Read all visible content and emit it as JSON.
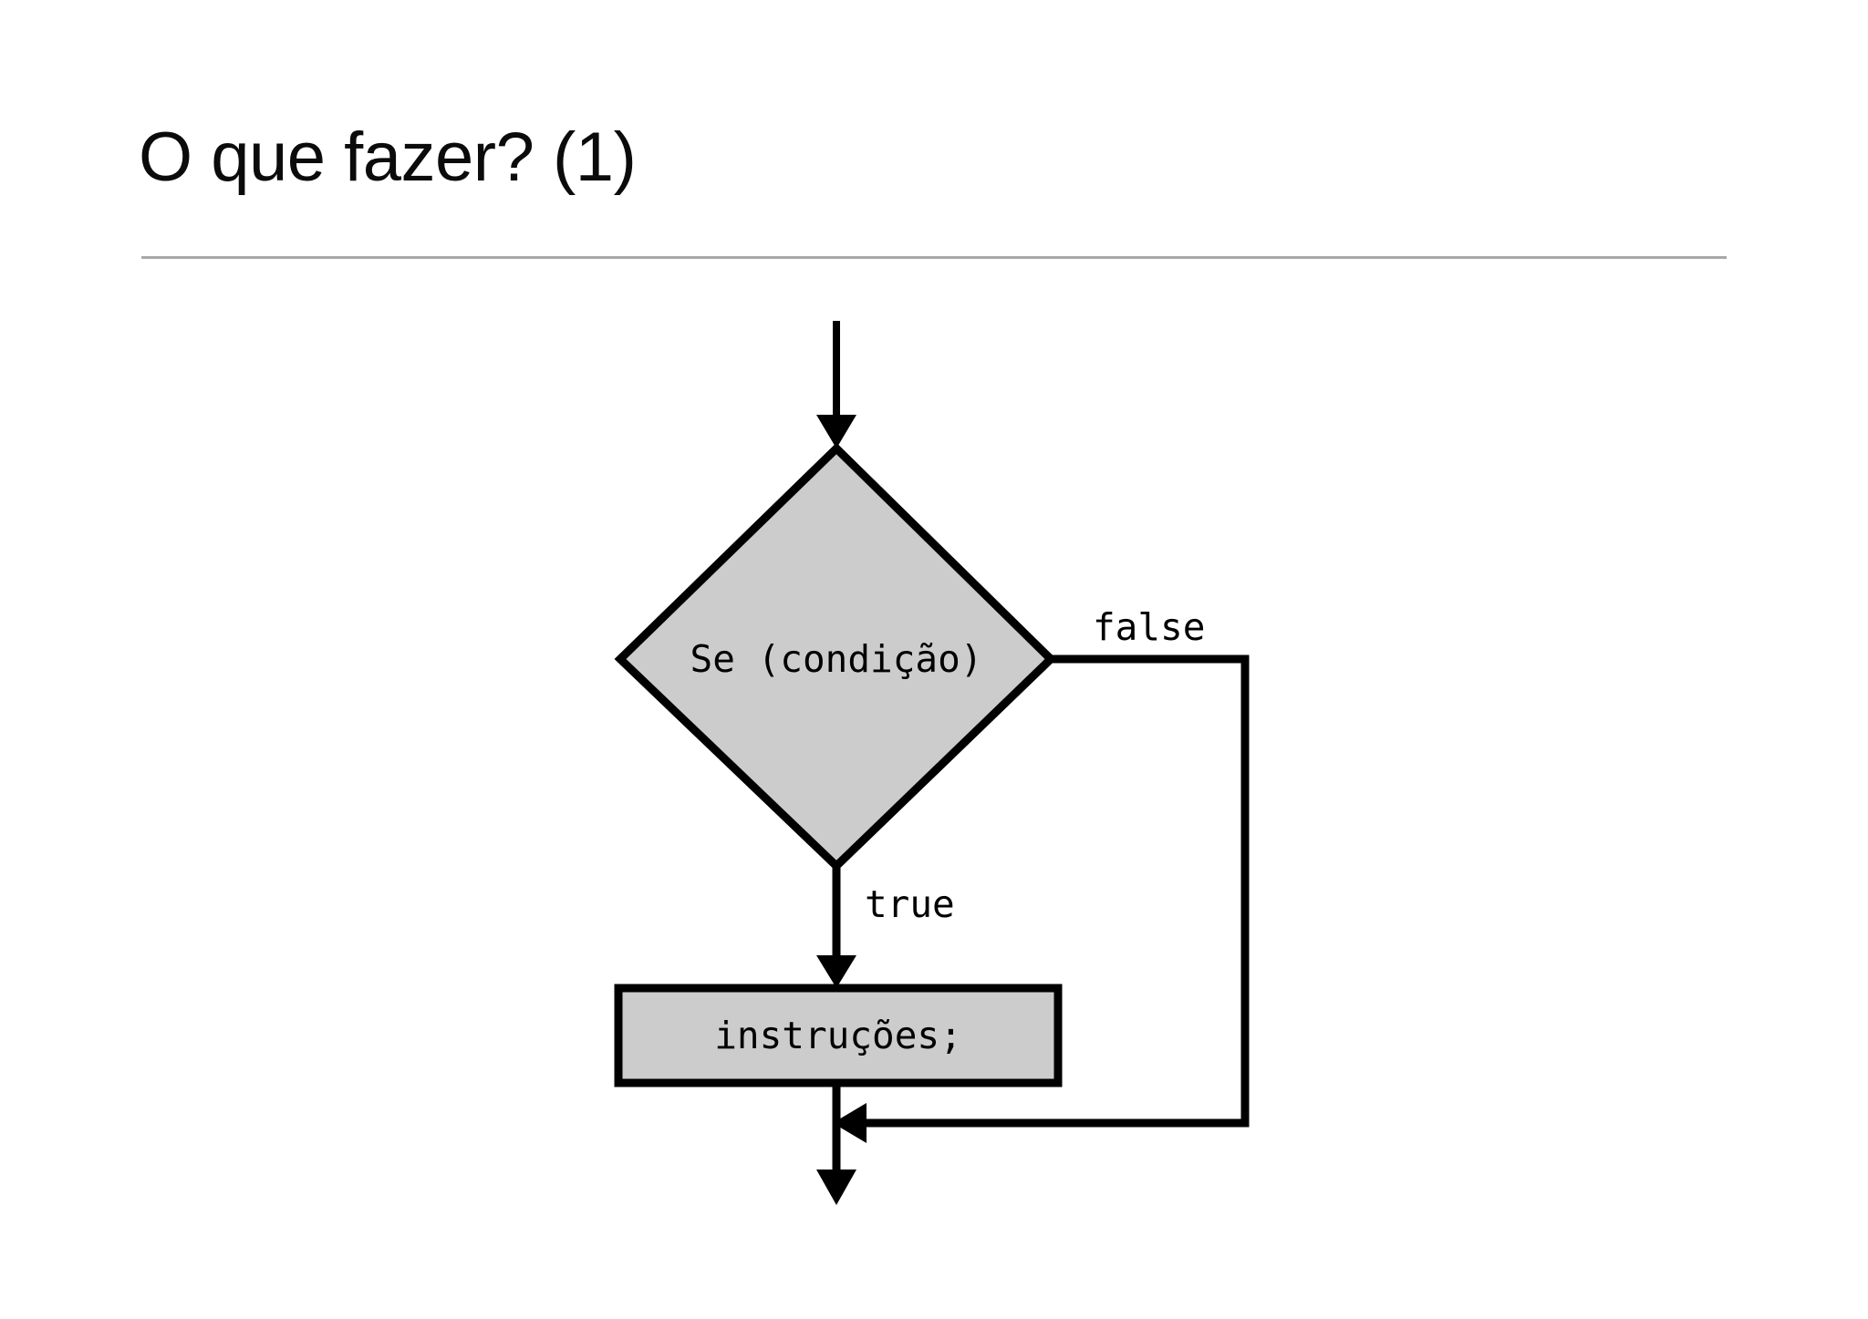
{
  "slide": {
    "title": "O que fazer? (1)",
    "background_color": "#ffffff",
    "divider_color": "#a8a8a8"
  },
  "flowchart": {
    "fill_color": "#cccccc",
    "stroke_color": "#000000",
    "decision": {
      "label": "Se (condição)",
      "shape": "diamond"
    },
    "process": {
      "label": "instruções;",
      "shape": "rectangle"
    },
    "edges": {
      "false_label": "false",
      "true_label": "true"
    }
  }
}
